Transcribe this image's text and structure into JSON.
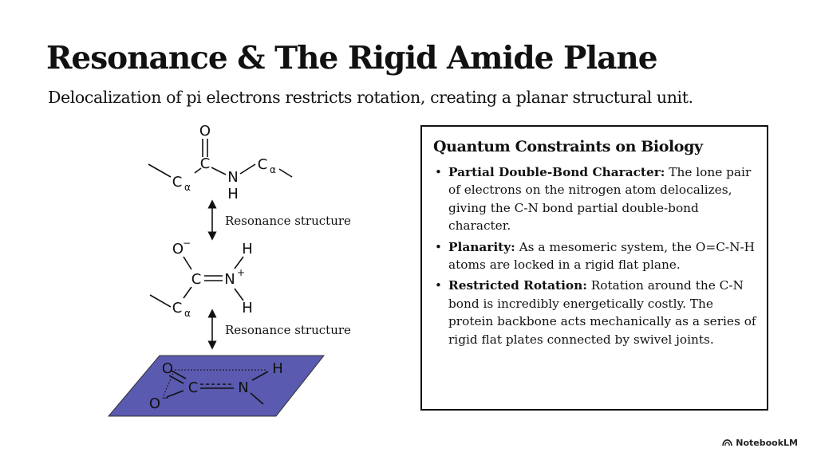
{
  "header": {
    "title": "Resonance & The Rigid Amide Plane",
    "subtitle": "Delocalization of pi electrons restricts rotation, creating a planar structural unit."
  },
  "diagram": {
    "resonance_label_1": "Resonance structure",
    "resonance_label_2": "Resonance structure",
    "atoms": {
      "O": "O",
      "C": "C",
      "N": "N",
      "H": "H",
      "alpha": "α",
      "minus": "−",
      "plus": "+"
    },
    "plane_color": "#5a5ab0"
  },
  "panel": {
    "title": "Quantum Constraints on Biology",
    "items": [
      {
        "term": "Partial Double-Bond Character:",
        "text": " The lone pair of electrons on the nitrogen atom delocalizes, giving the C-N bond partial double-bond character."
      },
      {
        "term": "Planarity:",
        "text": " As a mesomeric system, the O=C-N-H atoms are locked in a rigid flat plane."
      },
      {
        "term": "Restricted Rotation:",
        "text": " Rotation around the C-N bond is incredibly energetically costly. The protein backbone acts mechanically as a series of rigid flat plates connected by swivel joints."
      }
    ]
  },
  "brand": {
    "name": "NotebookLM",
    "icon": "notebooklm-logo-icon"
  }
}
